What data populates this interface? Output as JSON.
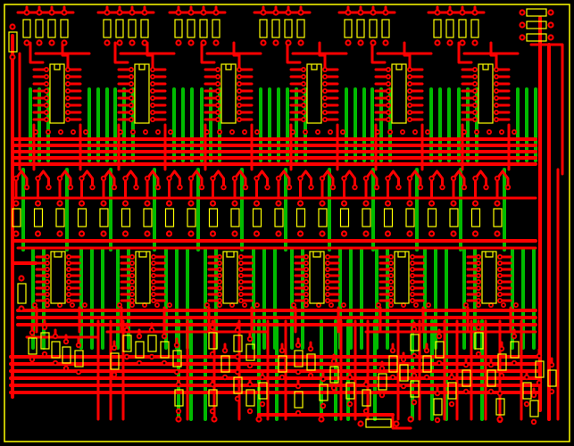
{
  "colors": {
    "background": "#000000",
    "board_outline": "#ffff00",
    "top_copper": "#ff0000",
    "bottom_copper": "#00bb00",
    "silkscreen": "#ffff00",
    "pad_ring": "#ff0000",
    "pad_hole": "#000000"
  },
  "board": {
    "ic_upper_count": 6,
    "ic_lower_count": 6,
    "ic_pins_per_side": 8
  }
}
